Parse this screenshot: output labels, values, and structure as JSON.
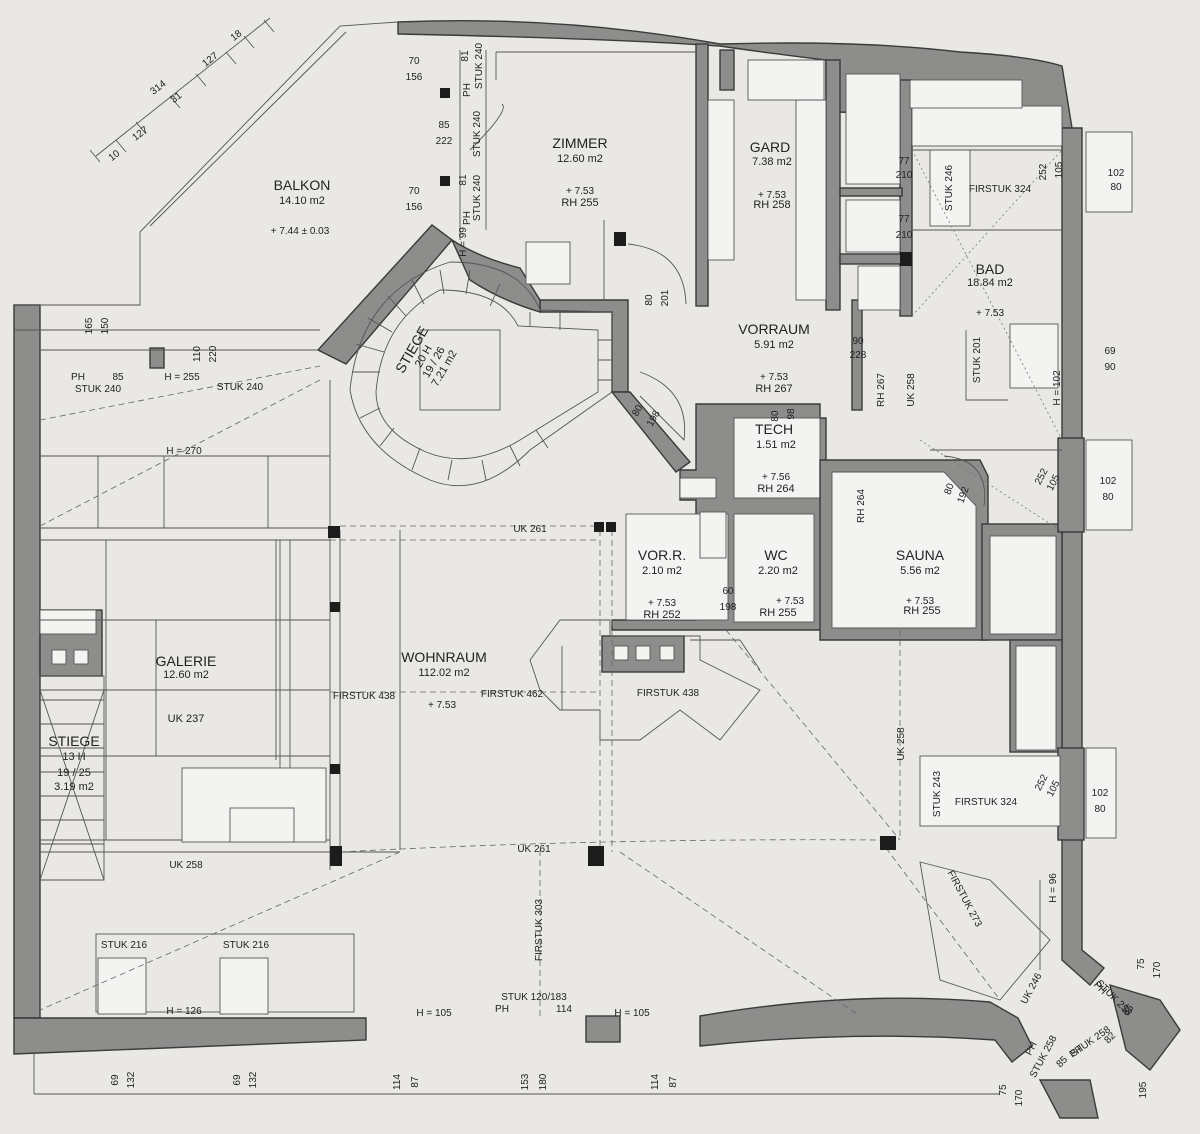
{
  "rooms": {
    "balkon": {
      "name": "BALKON",
      "area": "14.10 m2",
      "level": "+ 7.44 ± 0.03"
    },
    "zimmer": {
      "name": "ZIMMER",
      "area": "12.60 m2",
      "level": "+ 7.53",
      "rh": "RH 255"
    },
    "gard": {
      "name": "GARD",
      "area": "7.38 m2",
      "level": "+ 7.53",
      "rh": "RH 258"
    },
    "bad": {
      "name": "BAD",
      "area": "18.84 m2",
      "level": "+ 7.53"
    },
    "vorraum": {
      "name": "VORRAUM",
      "area": "5.91 m2",
      "level": "+ 7.53",
      "rh": "RH 267"
    },
    "tech": {
      "name": "TECH",
      "area": "1.51 m2",
      "level": "+ 7.56",
      "rh": "RH 264"
    },
    "vorr": {
      "name": "VOR.R.",
      "area": "2.10 m2",
      "level": "+ 7.53",
      "rh": "RH 252"
    },
    "wc": {
      "name": "WC",
      "area": "2.20 m2",
      "level": "+ 7.53",
      "rh": "RH 255"
    },
    "sauna": {
      "name": "SAUNA",
      "area": "5.56 m2",
      "level": "+ 7.53",
      "rh": "RH 255"
    },
    "wohnraum": {
      "name": "WOHNRAUM",
      "area": "112.02 m2",
      "level": "+ 7.53"
    },
    "galerie": {
      "name": "GALERIE",
      "area": "12.60 m2",
      "uk": "UK 237"
    },
    "stiege_top": {
      "name": "STIEGE",
      "l1": "20 H",
      "l2": "19 / 26",
      "l3": "7.21 m2"
    },
    "stiege_left": {
      "name": "STIEGE",
      "l1": "13 H",
      "l2": "19 / 25",
      "l3": "3.19 m2"
    }
  },
  "labels": {
    "ph_stuk_240_a": "PH",
    "ph_stuk_240_b": "STUK 240",
    "h255": "H = 255",
    "stuk240": "STUK 240",
    "h270": "H = 270",
    "uk261_a": "UK 261",
    "uk261_b": "UK 261",
    "uk258": "UK 258",
    "uk258_r": "UK 258",
    "uk246": "UK 246",
    "firstuk438_a": "FIRSTUK 438",
    "firstuk462": "FIRSTUK 462",
    "firstuk438_b": "FIRSTUK 438",
    "firstuk324_a": "FIRSTUK 324",
    "firstuk324_b": "FIRSTUK 324",
    "firstuk303": "FIRSTUK 303",
    "firstuk273": "FIRSTUK 273",
    "stuk216_a": "STUK 216",
    "stuk216_b": "STUK 216",
    "h126": "H = 126",
    "h105_a": "H = 105",
    "h105_b": "H = 105",
    "stuk_bottom": "STUK 120/183",
    "ph_bottom": "PH",
    "n114": "114",
    "rh267": "RH 267",
    "uk258v": "UK 258",
    "rh264": "RH 264",
    "stuk246": "STUK 246",
    "stuk201": "STUK 201",
    "stuk243": "STUK 243",
    "h102": "H = 102",
    "h96": "H = 96",
    "stuk240_v1": "STUK 240",
    "stuk240_v2": "STUK 240",
    "stuk240_v3": "STUK 240",
    "h99": "H = 99",
    "ph_v1": "PH",
    "ph_v2": "PH"
  },
  "dims": {
    "w102a": "102",
    "w80a": "80",
    "w102b": "102",
    "w80b": "80",
    "w102c": "102",
    "w80c": "80",
    "d69": "69",
    "d90": "90",
    "d80a": "80",
    "d201": "201",
    "d90b": "90",
    "d228": "228",
    "d80b": "80",
    "d198a": "198",
    "d80c": "80",
    "d98": "98",
    "d60": "60",
    "d198b": "198",
    "d80d": "80",
    "d192": "192",
    "d77a": "77",
    "d210a": "210",
    "d77b": "77",
    "d210b": "210",
    "d70a": "70",
    "d156a": "156",
    "d70b": "70",
    "d156b": "156",
    "d85": "85",
    "d222": "222",
    "d81a": "81",
    "d81b": "81",
    "d165": "165",
    "d150": "150",
    "d85b": "85",
    "d110": "110",
    "d220": "220",
    "d252a": "252",
    "d105a": "105",
    "d252b": "252",
    "d105b": "105",
    "d252c": "252",
    "d105c": "105",
    "b69a": "69",
    "b132a": "132",
    "b69b": "69",
    "b132b": "132",
    "b114a": "114",
    "b87a": "87",
    "b153": "153",
    "b180": "180",
    "b114b": "114",
    "b87b": "87",
    "c75a": "75",
    "c170a": "170",
    "c75b": "75",
    "c170b": "170",
    "c195": "195",
    "t10": "10",
    "t127a": "127",
    "t314": "314",
    "t31": "31",
    "t127b": "127",
    "t18": "18",
    "ph_c1": "PH",
    "stuk_c1": "STUK 258",
    "ph_c2": "PH",
    "stuk_c2": "STUK 258",
    "ph_c3": "PH",
    "stuk_c3": "STUK 258",
    "c85": "85",
    "c82": "82",
    "c85b": "85"
  },
  "colors": {
    "wall": "#8d8d8b",
    "paper": "#e9e8e4",
    "line": "#3a3a3a"
  }
}
